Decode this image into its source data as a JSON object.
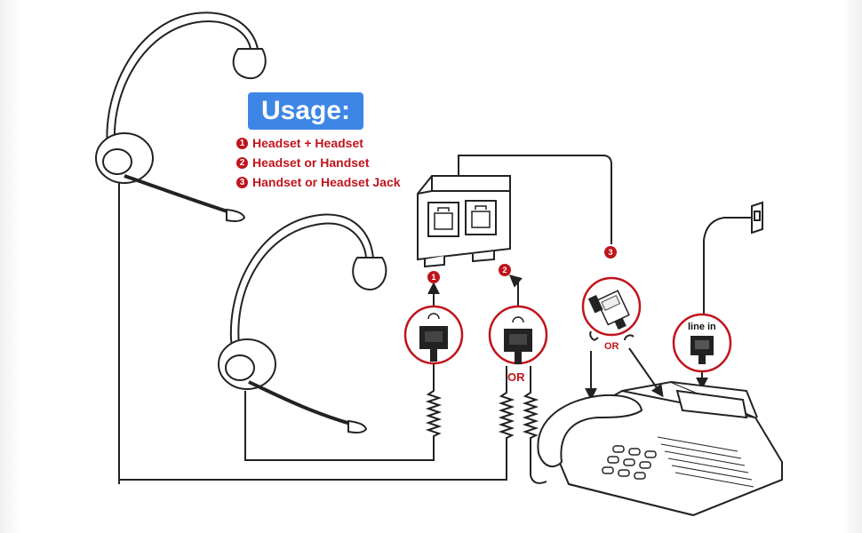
{
  "usage": {
    "title": "Usage:",
    "items": [
      {
        "num": "1",
        "text": "Headset + Headset"
      },
      {
        "num": "2",
        "text": "Headset or Handset"
      },
      {
        "num": "3",
        "text": "Handset or Headset Jack"
      }
    ]
  },
  "markers": {
    "m1": "1",
    "m2": "2",
    "m3": "3"
  },
  "labels": {
    "or_jack": "OR",
    "or_phone": "OR",
    "line_in": "line in"
  },
  "icons": [
    "headset-icon",
    "rj-jack-icon",
    "handset-icon",
    "wall-jack-icon",
    "desk-phone-icon",
    "splitter-icon",
    "phone-plug-icon"
  ],
  "colors": {
    "accent_red": "#c0141c",
    "badge_blue": "#3d86e6",
    "line": "#222222"
  }
}
